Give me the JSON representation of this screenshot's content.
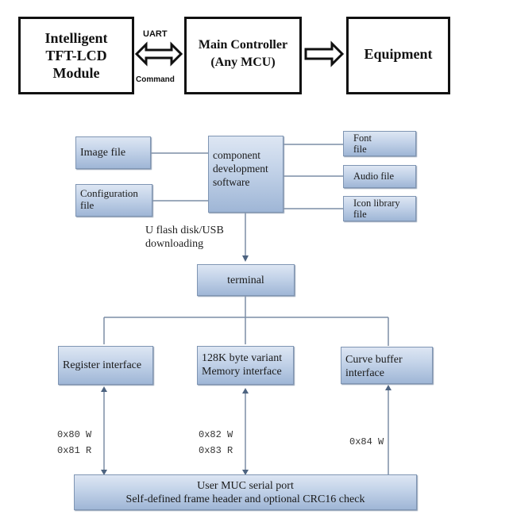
{
  "top_diagram": {
    "lcd_module": "Intelligent TFT-LCD Module",
    "lcd_lines": [
      "Intelligent",
      "TFT-LCD",
      "Module"
    ],
    "uart_label": "UART",
    "command_label": "Command",
    "main_controller_lines": [
      "Main Controller",
      "(Any MCU)"
    ],
    "equipment": "Equipment"
  },
  "bottom_diagram": {
    "image_file": "Image file",
    "configuration_file_lines": [
      "Configuration",
      "file"
    ],
    "software_lines": [
      "component",
      "development",
      "software"
    ],
    "font_file_lines": [
      "Font",
      "file"
    ],
    "audio_file": "Audio file",
    "icon_library_lines": [
      "Icon library",
      "file"
    ],
    "usb_label_lines": [
      "U flash disk/USB",
      "downloading"
    ],
    "terminal": "terminal",
    "register_interface": "Register interface",
    "memory_interface_lines": [
      "128K byte variant",
      "Memory interface"
    ],
    "curve_buffer_lines": [
      "Curve buffer",
      "interface"
    ],
    "register_codes": [
      "0x80 W",
      "0x81 R"
    ],
    "memory_codes": [
      "0x82 W",
      "0x83 R"
    ],
    "curve_codes": [
      "0x84 W"
    ],
    "serial_port_lines": [
      "User MUC serial port",
      "Self-defined frame header and optional CRC16 check"
    ]
  },
  "colors": {
    "box_border": "#7f95b3",
    "line": "#7c8ea6",
    "arrow": "#4d6380"
  }
}
